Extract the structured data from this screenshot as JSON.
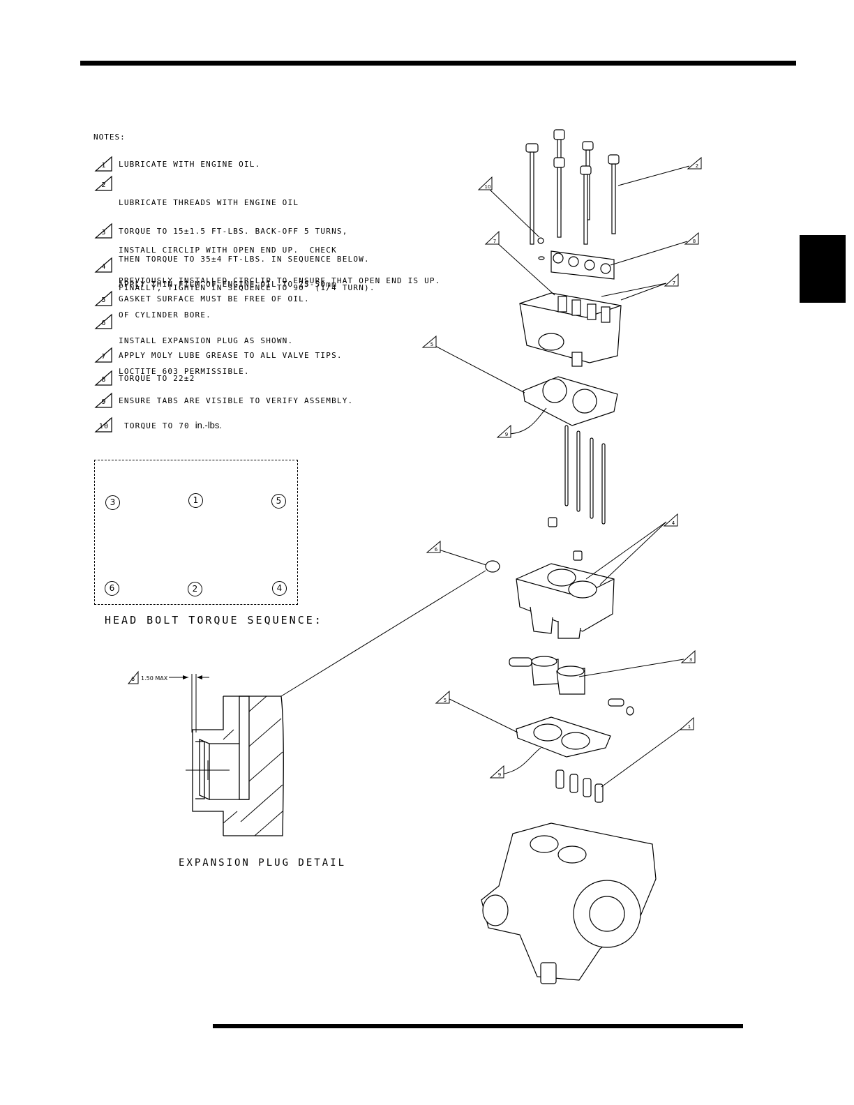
{
  "notes": {
    "heading": "NOTES:",
    "items": [
      {
        "num": "1",
        "lines": [
          "LUBRICATE WITH ENGINE OIL."
        ]
      },
      {
        "num": "2",
        "lines": [
          "LUBRICATE THREADS WITH ENGINE OIL",
          "TORQUE TO 15±1.5 FT-LBS. BACK-OFF 5 TURNS,",
          "THEN TORQUE TO 35±4 FT-LBS. IN SEQUENCE BELOW.",
          "FINALLY, TIGHTEN IN SEQUENCE TO 90° (1/4 TURN)."
        ]
      },
      {
        "num": "3",
        "lines": [
          "INSTALL CIRCLIP WITH OPEN END UP.  CHECK",
          "PREVIOUSLY INSTALLED CIRCLIP TO ENSURE THAT OPEN END IS UP."
        ]
      },
      {
        "num": "4",
        "lines": [
          "APPLY THIN FILM OF ENGINE OIL TO 25-50mm",
          "OF CYLINDER BORE."
        ]
      },
      {
        "num": "5",
        "lines": [
          "GASKET SURFACE MUST BE FREE OF OIL."
        ]
      },
      {
        "num": "6",
        "lines": [
          "INSTALL EXPANSION PLUG AS SHOWN.",
          "LOCTITE 603 PERMISSIBLE."
        ]
      },
      {
        "num": "7",
        "lines": [
          "APPLY MOLY LUBE GREASE TO ALL VALVE TIPS."
        ]
      },
      {
        "num": "8",
        "lines": [
          "TORQUE TO 22±2"
        ]
      },
      {
        "num": "9",
        "lines": [
          "ENSURE TABS ARE VISIBLE TO VERIFY ASSEMBLY."
        ]
      },
      {
        "num": "10",
        "lines": [
          "TORQUE TO 70"
        ],
        "suffix": "in.-lbs."
      }
    ]
  },
  "sequence": {
    "title": "HEAD BOLT TORQUE SEQUENCE:",
    "numbers": [
      "3",
      "1",
      "5",
      "6",
      "2",
      "4"
    ]
  },
  "plug_detail": {
    "title": "EXPANSION PLUG DETAIL",
    "dimension": "1.50 MAX",
    "note_num": "6"
  },
  "callouts": [
    "2",
    "10",
    "8",
    "7",
    "7",
    "5",
    "9",
    "4",
    "6",
    "3",
    "5",
    "1",
    "9"
  ]
}
